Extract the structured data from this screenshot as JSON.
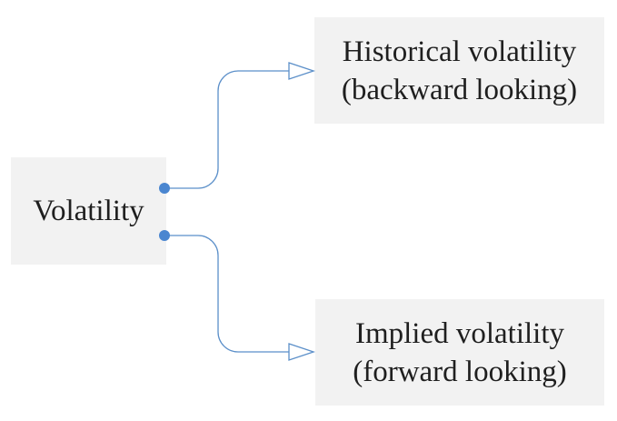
{
  "diagram": {
    "root": {
      "label": "Volatility"
    },
    "children": [
      {
        "line1": "Historical volatility",
        "line2": "(backward looking)"
      },
      {
        "line1": "Implied volatility",
        "line2": "(forward looking)"
      }
    ],
    "colors": {
      "connector": "#5b8fc9",
      "dot": "#4a86d0",
      "box_fill": "#f2f2f2",
      "text": "#1f1f1f"
    }
  }
}
